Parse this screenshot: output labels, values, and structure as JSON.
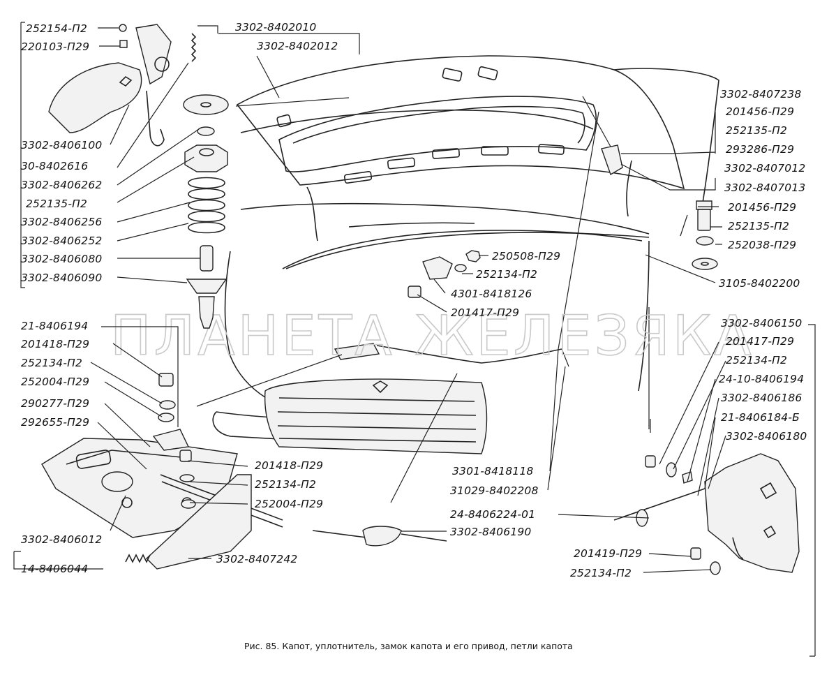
{
  "watermark": "ПЛАНЕТА ЖЕЛЕЗЯКА",
  "caption": "Рис. 85. Капот, уплотнитель, замок капота и его привод, петли капота",
  "labels": {
    "l1": "252154-П2",
    "l2": "220103-П29",
    "l3": "3302-8402010",
    "l4": "3302-8402012",
    "l5": "3302-8406100",
    "l6": "30-8402616",
    "l7": "3302-8406262",
    "l8": "252135-П2",
    "l9": "3302-8406256",
    "l10": "3302-8406252",
    "l11": "3302-8406080",
    "l12": "3302-8406090",
    "l13": "21-8406194",
    "l14": "201418-П29",
    "l15": "252134-П2",
    "l16": "252004-П29",
    "l17": "290277-П29",
    "l18": "292655-П29",
    "l19": "3302-8406012",
    "l20": "14-8406044",
    "l21": "201418-П29",
    "l22": "252134-П2",
    "l23": "252004-П29",
    "l24": "3302-8407242",
    "l25": "3302-8407238",
    "l26": "201456-П29",
    "l27": "252135-П2",
    "l28": "293286-П29",
    "l29": "3302-8407012",
    "l30": "3302-8407013",
    "l31": "201456-П29",
    "l32": "252135-П2",
    "l33": "252038-П29",
    "l34": "3105-8402200",
    "l35": "250508-П29",
    "l36": "252134-П2",
    "l37": "4301-8418126",
    "l38": "201417-П29",
    "l39": "3302-8406150",
    "l40": "201417-П29",
    "l41": "252134-П2",
    "l42": "24-10-8406194",
    "l43": "3302-8406186",
    "l44": "21-8406184-Б",
    "l45": "3302-8406180",
    "l46": "3301-8418118",
    "l47": "31029-8402208",
    "l48": "24-8406224-01",
    "l49": "3302-8406190",
    "l50": "201419-П29",
    "l51": "252134-П2"
  }
}
